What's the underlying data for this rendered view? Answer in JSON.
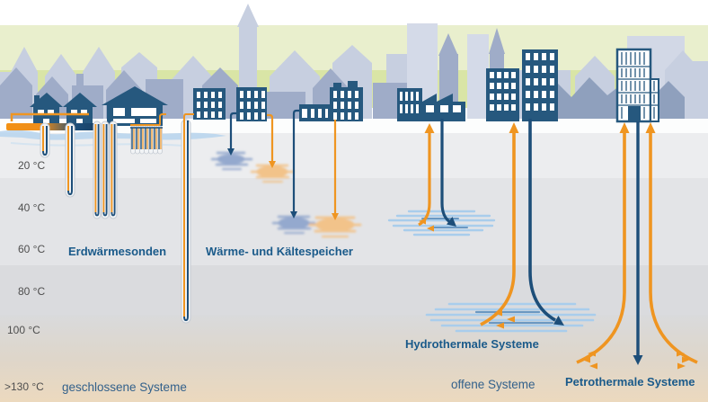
{
  "diagram": {
    "temperature_scale": [
      "20 °C",
      "40 °C",
      "60 °C",
      "80 °C",
      "100 °C",
      ">130 °C"
    ],
    "system_groups": [
      {
        "label": "geschlossene Systeme",
        "systems": [
          "Erdwärmesonden",
          "Wärme- und Kältespeicher"
        ]
      },
      {
        "label": "offene Systeme",
        "systems": [
          "Hydrothermale Systeme",
          "Petrothermale Systeme"
        ]
      }
    ],
    "colors": {
      "warm_orange": "#ef9521",
      "cold_blue": "#1d4e79",
      "label_blue": "#1a5a8a",
      "aquifer_blue": "#a9cdec",
      "sky_green_light": "#e9efcd",
      "sky_green": "#d9e5a6",
      "building_blue": "#26587e",
      "ground_deep_beige": "#ecd9be"
    }
  }
}
